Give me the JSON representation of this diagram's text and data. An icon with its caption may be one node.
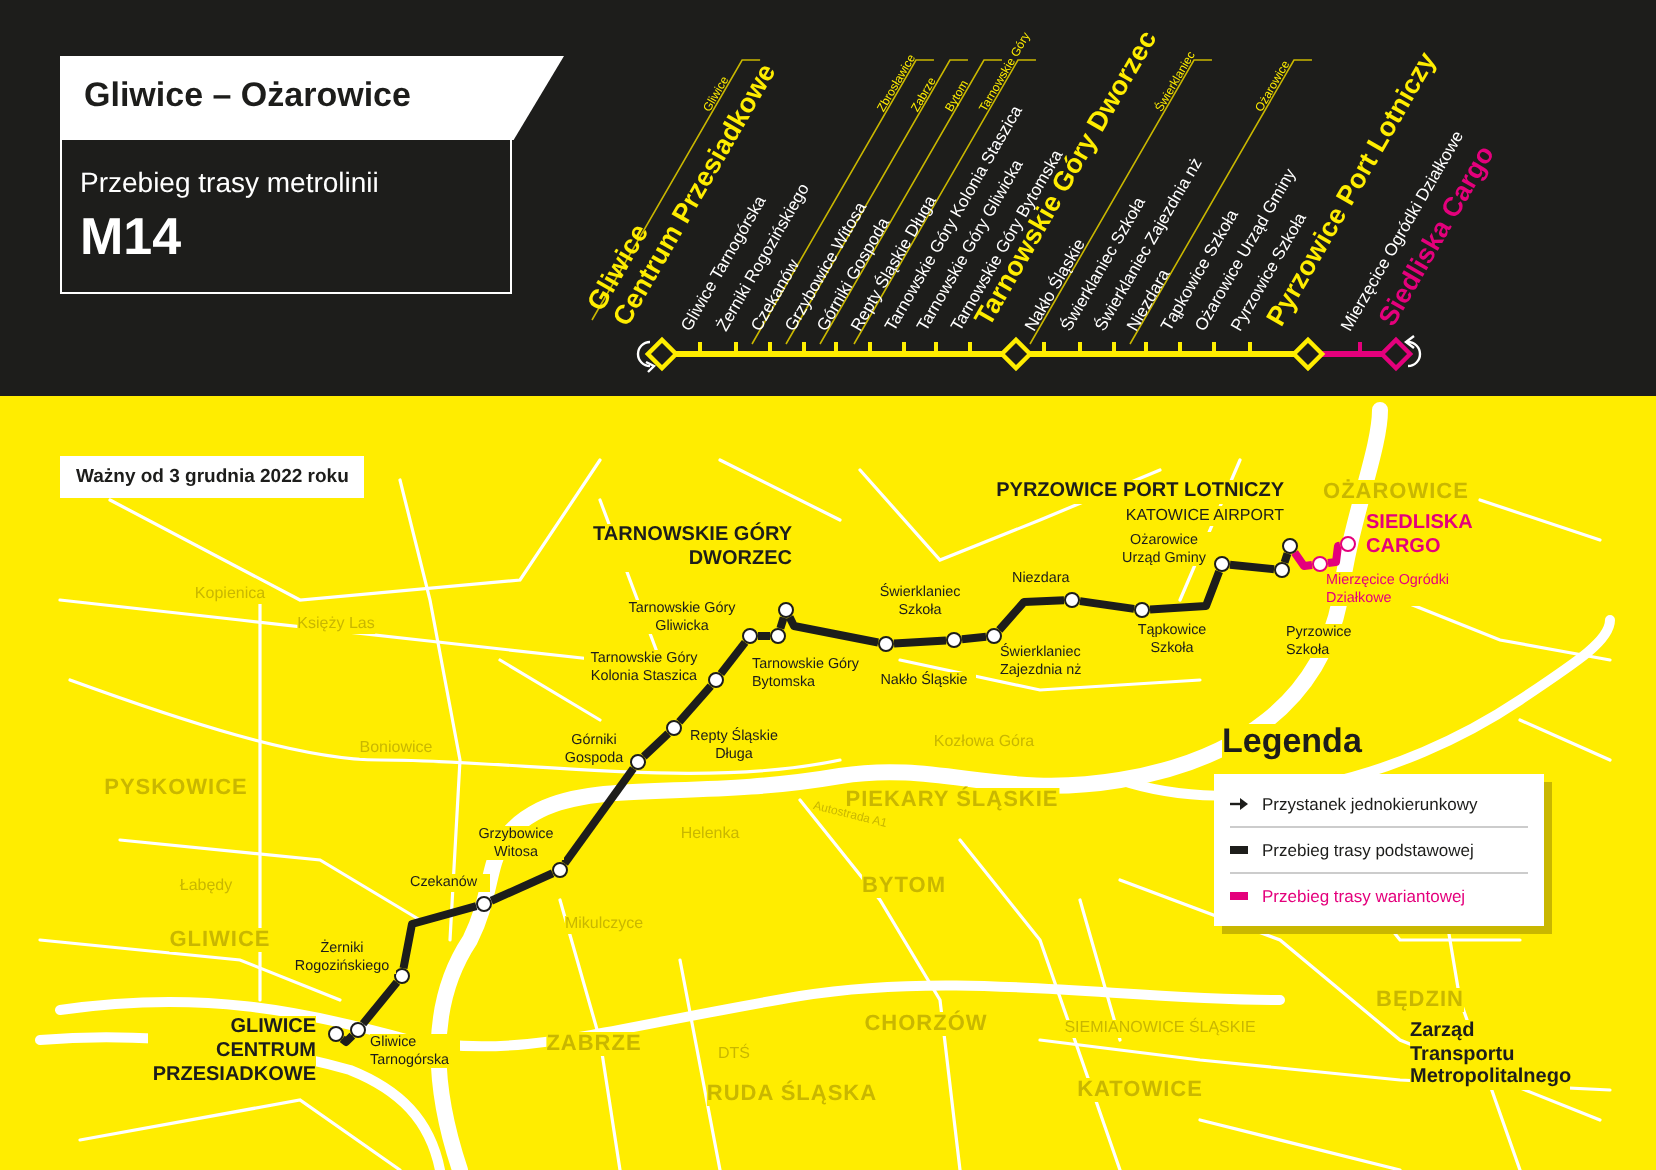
{
  "diagram": {
    "title": "Gliwice – Ożarowice",
    "nodes": [
      {
        "text": [],
        "shape": "circle",
        "beside": [
          "GLIWICE CENTRUM PRZESIADKOWE"
        ]
      },
      {
        "text": [],
        "shape": "circle",
        "beside": [
          "Gliwice Tarnogórska"
        ]
      },
      {
        "text": [],
        "shape": "circle",
        "beside": [
          "Żerniki Rogozińskiego"
        ]
      },
      {
        "text": [],
        "shape": "circle",
        "beside": [
          "Czekanów"
        ]
      },
      {
        "text": [],
        "shape": "circle",
        "beside": [
          "Grzybowice Witosa"
        ]
      },
      {
        "text": [],
        "shape": "circle",
        "beside": [
          "Górniki Gospoda"
        ]
      },
      {
        "text": [],
        "shape": "circle",
        "beside": [
          "Repty Śląskie Długa"
        ]
      },
      {
        "text": [],
        "shape": "circle",
        "beside": [
          "Tarnowskie Góry Kolonia Staszica"
        ]
      },
      {
        "text": [],
        "shape": "circle",
        "beside": [
          "Tarnowskie Góry Gliwicka"
        ]
      },
      {
        "text": [],
        "shape": "circle",
        "beside": [
          "Tarnowskie Góry Bytomska"
        ]
      },
      {
        "text": [],
        "shape": "circle",
        "beside": [
          "TARNOWSKIE GÓRY DWORZEC"
        ]
      },
      {
        "text": [],
        "shape": "circle",
        "beside": [
          "Nakło Śląskie"
        ]
      },
      {
        "text": [],
        "shape": "circle",
        "beside": [
          "Świerklaniec Szkoła"
        ]
      },
      {
        "text": [],
        "shape": "circle",
        "beside": [
          "Świerklaniec Zajezdnia nż"
        ]
      },
      {
        "text": [],
        "shape": "circle",
        "beside": [
          "Niezdara"
        ]
      },
      {
        "text": [],
        "shape": "circle",
        "beside": [
          "Tąpkowice Szkoła"
        ]
      },
      {
        "text": [],
        "shape": "circle",
        "beside": [
          "Ożarowice Urząd Gminy"
        ]
      },
      {
        "text": [],
        "shape": "circle",
        "beside": [
          "Pyrzowice Szkoła"
        ]
      },
      {
        "text": [],
        "shape": "circle",
        "beside": [
          "PYRZOWICE PORT LOTNICZY",
          "KATOWICE AIRPORT"
        ]
      },
      {
        "text": [],
        "shape": "circle",
        "beside": [
          "Mierzęcice Ogródki Działkowe"
        ]
      },
      {
        "text": [],
        "shape": "circle",
        "beside": [
          "SIEDLISKA CARGO"
        ]
      },
      {
        "text": [
          "Ważny od 3 grudnia 2022 roku"
        ]
      }
    ],
    "edges": [
      {
        "from": 0,
        "to": 1,
        "arrow": "none"
      },
      {
        "from": 1,
        "to": 2,
        "arrow": "none"
      },
      {
        "from": 2,
        "to": 3,
        "arrow": "none"
      },
      {
        "from": 3,
        "to": 4,
        "arrow": "none"
      },
      {
        "from": 4,
        "to": 5,
        "arrow": "none"
      },
      {
        "from": 5,
        "to": 6,
        "arrow": "none"
      },
      {
        "from": 6,
        "to": 7,
        "arrow": "none"
      },
      {
        "from": 7,
        "to": 8,
        "arrow": "none"
      },
      {
        "from": 8,
        "to": 9,
        "arrow": "none"
      },
      {
        "from": 9,
        "to": 10,
        "arrow": "none"
      },
      {
        "from": 10,
        "to": 11,
        "arrow": "none"
      },
      {
        "from": 11,
        "to": 12,
        "arrow": "none"
      },
      {
        "from": 12,
        "to": 13,
        "arrow": "none"
      },
      {
        "from": 13,
        "to": 14,
        "arrow": "none"
      },
      {
        "from": 14,
        "to": 15,
        "arrow": "none"
      },
      {
        "from": 15,
        "to": 16,
        "arrow": "none"
      },
      {
        "from": 16,
        "to": 17,
        "arrow": "none"
      },
      {
        "from": 17,
        "to": 18,
        "arrow": "none"
      },
      {
        "from": 18,
        "to": 19,
        "arrow": "none",
        "color": "#e4007c"
      },
      {
        "from": 19,
        "to": 20,
        "arrow": "none",
        "color": "#e4007c"
      }
    ],
    "labels": [
      "Przebieg trasy metrolinii",
      "M14",
      "Gliwice",
      "Zbrosławice",
      "Zabrze",
      "Bytom",
      "Tarnowskie Góry",
      "Świerklaniec",
      "Ożarowice",
      "Gliwice Centrum Przesiadkowe",
      "Gliwice Tarnogórska",
      "Żerniki Rogozińskiego",
      "Czekanów",
      "Grzybowice Witosa",
      "Górniki Gospoda",
      "Repty Śląskie Długa",
      "Tarnowskie Góry Kolonia Staszica",
      "Tarnowskie Góry Gliwicka",
      "Tarnowskie Góry Bytomska",
      "Tarnowskie Góry Dworzec",
      "Nakło Śląskie",
      "Świerklaniec Szkoła",
      "Świerklaniec Zajezdnia nż",
      "Niezdara",
      "Tąpkowice Szkoła",
      "Ożarowice Urząd Gminy",
      "Pyrzowice Szkoła",
      "Pyrzowice Port Lotniczy",
      "Mierzęcice Ogródki Działkowe",
      "Siedliska Cargo",
      "OŻAROWICE",
      "Kopienica",
      "Księży Las",
      "Boniowice",
      "PYSKOWICE",
      "Łabędy",
      "GLIWICE",
      "Kozłowa Góra",
      "PIEKARY ŚLĄSKIE",
      "Helenka",
      "Autostrada A1",
      "BYTOM",
      "Mikulczyce",
      "BĘDZIN",
      "SIEMIANOWICE ŚLĄSKIE",
      "ZABRZE",
      "CHORZÓW",
      "DTŚ",
      "RUDA ŚLĄSKA",
      "KATOWICE",
      "Legenda",
      "Zarząd Transportu Metropolitalnego"
    ],
    "legend": [
      {
        "text": "Przystanek jednokierunkowy"
      },
      {
        "text": "Przebieg trasy podstawowej",
        "color": "#1d1d1b"
      },
      {
        "text": "Przebieg trasy wariantowej",
        "color": "#e4007c"
      }
    ]
  }
}
